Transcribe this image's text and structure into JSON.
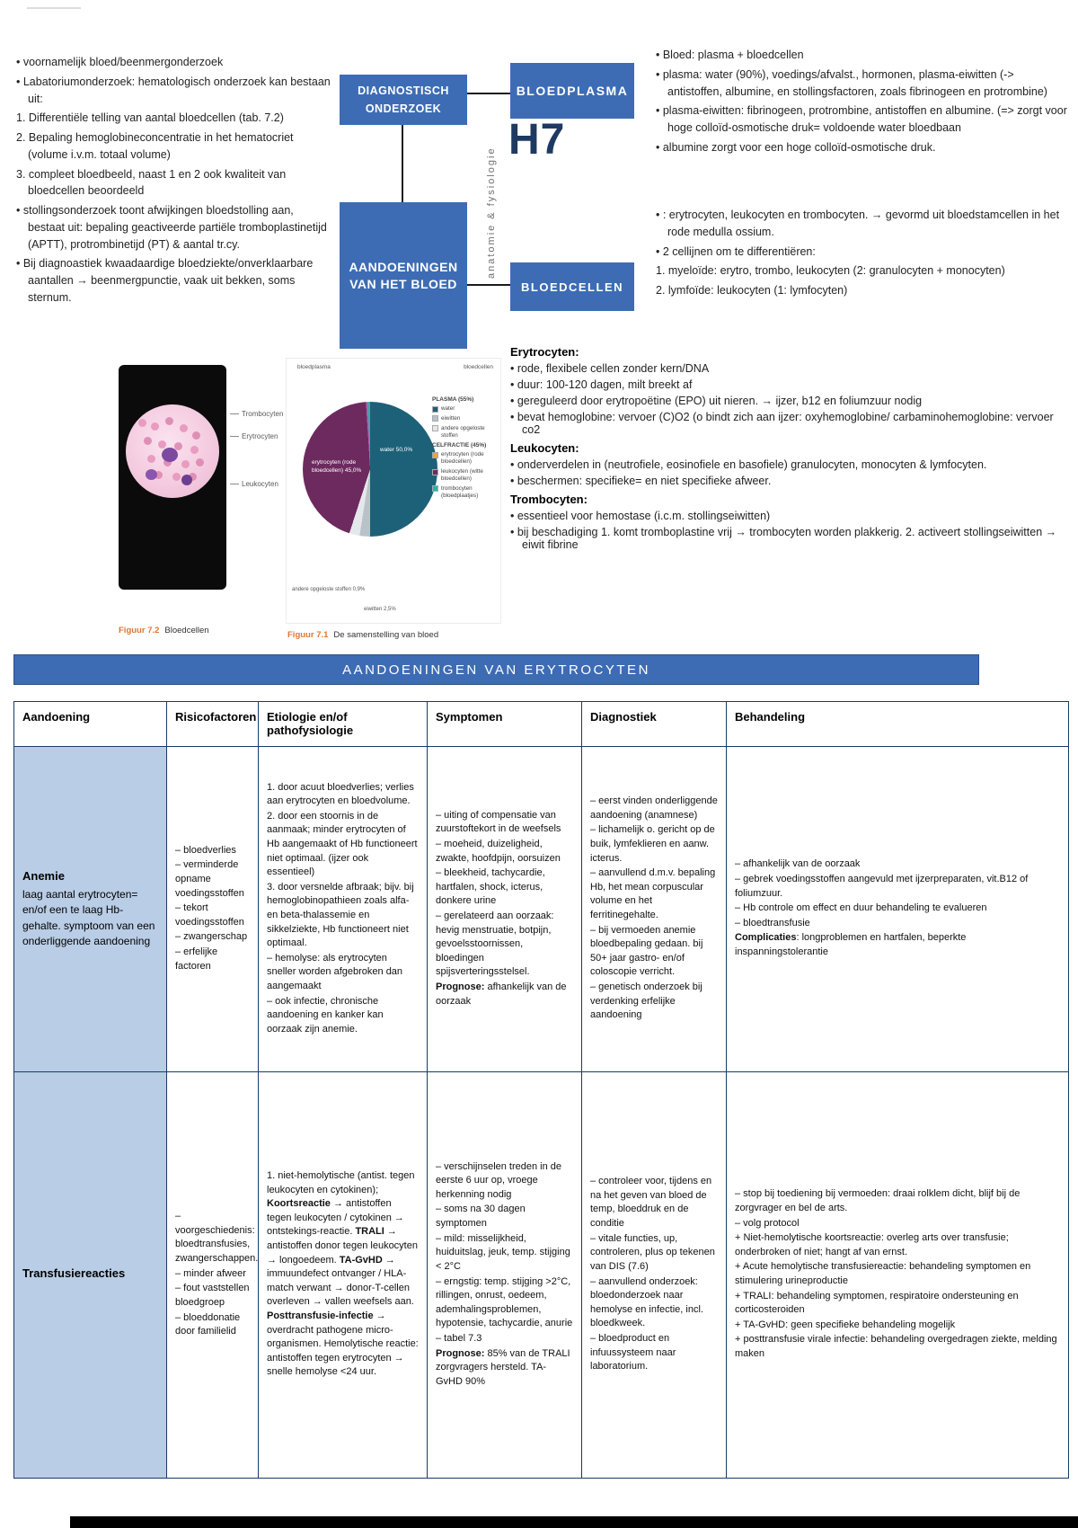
{
  "mindmap": {
    "boxes": {
      "diagnostisch": "DIAGNOSTISCH ONDERZOEK",
      "aandoeningen": "AANDOENINGEN VAN HET BLOED",
      "bloedplasma": "BLOEDPLASMA",
      "bloedcellen": "BLOEDCELLEN"
    },
    "chapter": "H7",
    "vertical_label": "anatomie & fysiologie",
    "left_notes": [
      "• voornamelijk bloed/beenmergonderzoek",
      "• Labatoriumonderzoek: hematologisch onderzoek kan bestaan uit:",
      "1. Differentiële telling van aantal bloedcellen (tab. 7.2)",
      "2. Bepaling hemoglobineconcentratie in het hematocriet (volume i.v.m. totaal volume)",
      "3. compleet bloedbeeld, naast 1 en 2 ook kwaliteit van bloedcellen beoordeeld",
      "• stollingsonderzoek toont afwijkingen bloedstolling aan, bestaat uit: bepaling geactiveerde partiële tromboplastinetijd (APTT), protrombinetijd (PT) & aantal tr.cy.",
      "• Bij diagnoastiek kwaadaardige bloedziekte/onverklaarbare aantallen → beenmergpunctie, vaak uit bekken, soms sternum."
    ],
    "plasma_notes": [
      "• Bloed: plasma + bloedcellen",
      "• plasma: water (90%), voedings/afvalst., hormonen, plasma-eiwitten (-> antistoffen, albumine, en stollingsfactoren, zoals fibrinogeen en protrombine)",
      "• plasma-eiwitten: fibrinogeen, protrombine, antistoffen en albumine. (=> zorgt voor hoge colloïd-osmotische druk= voldoende water bloedbaan",
      "• albumine zorgt voor een hoge colloïd-osmotische druk."
    ],
    "cellen_notes": [
      "• : erytrocyten, leukocyten en trombocyten. → gevormd uit bloedstamcellen in het rode medulla ossium.",
      "• 2 cellijnen om te differentiëren:",
      "1. myeloïde: erytro, trombo, leukocyten (2: granulocyten + monocyten)",
      "2. lymfoïde: leukocyten (1: lymfocyten)"
    ]
  },
  "cell_sections": [
    {
      "title": "Erytrocyten:",
      "items": [
        "• rode, flexibele cellen zonder kern/DNA",
        "• duur: 100-120 dagen, milt breekt af",
        "• gereguleerd door erytropoëtine (EPO) uit nieren. → ijzer, b12 en foliumzuur nodig",
        "• bevat hemoglobine: vervoer (C)O2 (o bindt zich aan ijzer: oxyhemoglobine/ carbaminohemoglobine: vervoer co2"
      ]
    },
    {
      "title": "Leukocyten:",
      "items": [
        "• onderverdelen in (neutrofiele, eosinofiele en basofiele) granulocyten, monocyten & lymfocyten.",
        "• beschermen: specifieke= en niet specifieke afweer."
      ]
    },
    {
      "title": "Trombocyten:",
      "items": [
        "• essentieel voor hemostase (i.c.m. stollingseiwitten)",
        "• bij beschadiging 1. komt tromboplastine vrij → trombocyten worden plakkerig. 2. activeert stollingseiwitten → eiwit fibrine"
      ]
    }
  ],
  "figures": {
    "fig72": {
      "caption_label": "Figuur 7.2",
      "caption_text": "Bloedcellen",
      "labels": [
        "Trombocyten",
        "Erytrocyten",
        "Leukocyten"
      ]
    },
    "fig71": {
      "caption_label": "Figuur 7.1",
      "caption_text": "De samenstelling van bloed",
      "top_labels": [
        "bloedplasma",
        "bloedcellen"
      ],
      "annotations": [
        "andere opgeloste stoffen 0,9%",
        "eiwitten 2,5%"
      ]
    }
  },
  "chart_data": {
    "type": "pie",
    "title": "De samenstelling van bloed",
    "slices": [
      {
        "label": "water",
        "value": 50,
        "color": "#1d6179"
      },
      {
        "label": "eiwitten",
        "value": 2.5,
        "color": "#b9c2c9"
      },
      {
        "label": "andere opgeloste stoffen",
        "value": 2.5,
        "color": "#e4e8ea"
      },
      {
        "label": "erytrocyten (rode bloedcellen)",
        "value": 44,
        "color": "#6d2a5f"
      },
      {
        "label": "leukocyten (witte bloedcellen)",
        "value": 0.5,
        "color": "#a765b0"
      },
      {
        "label": "trombocyten (bloedplaatjes)",
        "value": 0.5,
        "color": "#27b3ad"
      }
    ],
    "pie_labels": [
      "erytrocyten (rode bloedcellen) 45,0%",
      "water 50,0%"
    ],
    "legend": [
      {
        "header": "PLASMA (55%)",
        "items": [
          {
            "label": "water",
            "color": "#1d6179"
          },
          {
            "label": "eiwitten",
            "color": "#b9c2c9"
          },
          {
            "label": "andere opgeloste stoffen",
            "color": "#e4e8ea"
          }
        ]
      },
      {
        "header": "CELFRACTIE (45%)",
        "items": [
          {
            "label": "erytrocyten (rode bloedcellen)",
            "color": "#e8a33d"
          },
          {
            "label": "leukocyten (witte bloedcellen)",
            "color": "#6d2a5f"
          },
          {
            "label": "trombocyten (bloedplaatjes)",
            "color": "#27b3ad"
          }
        ]
      }
    ]
  },
  "table": {
    "title": "AANDOENINGEN VAN ERYTROCYTEN",
    "headers": [
      "Aandoening",
      "Risicofactoren",
      "Etiologie en/of pathofysiologie",
      "Symptomen",
      "Diagnostiek",
      "Behandeling"
    ],
    "rows": [
      {
        "name": "Anemie",
        "name_desc": "laag aantal erytrocyten= en/of een te laag Hb-gehalte. symptoom van een onderliggende aandoening",
        "risicofactoren": [
          "– bloedverlies",
          "– verminderde opname voedingsstoffen",
          "– tekort voedingsstoffen",
          "– zwangerschap",
          "– erfelijke factoren"
        ],
        "etiologie": [
          "1. door acuut bloedverlies; verlies aan erytrocyten en bloedvolume.",
          "2. door een stoornis in de aanmaak; minder erytrocyten of Hb aangemaakt of Hb functioneert niet optimaal. (ijzer ook essentieel)",
          "3. door versnelde afbraak; bijv. bij hemoglobinopathieen zoals alfa- en beta-thalassemie en sikkelziekte, Hb functioneert niet optimaal.",
          "– hemolyse: als erytrocyten sneller worden afgebroken dan aangemaakt",
          "– ook infectie, chronische aandoening en kanker kan oorzaak zijn anemie."
        ],
        "symptomen": [
          "– uiting of compensatie van zuurstoftekort in de weefsels",
          "– moeheid, duizeligheid, zwakte, hoofdpijn, oorsuizen",
          "– bleekheid, tachycardie, hartfalen, shock, icterus, donkere urine",
          "– gerelateerd aan oorzaak: hevig menstruatie, botpijn, gevoelsstoornissen, bloedingen spijsverteringsstelsel.",
          "**Prognose:** afhankelijk van de oorzaak"
        ],
        "diagnostiek": [
          "– eerst vinden onderliggende aandoening (anamnese)",
          "– lichamelijk o. gericht op de buik, lymfeklieren en aanw. icterus.",
          "– aanvullend d.m.v. bepaling Hb, het mean corpuscular volume en het ferritinegehalte.",
          "– bij vermoeden anemie bloedbepaling gedaan. bij 50+ jaar gastro- en/of coloscopie verricht.",
          "– genetisch onderzoek bij verdenking erfelijke aandoening"
        ],
        "behandeling": [
          "– afhankelijk van de oorzaak",
          "– gebrek voedingsstoffen aangevuld met ijzerpreparaten, vit.B12 of foliumzuur.",
          "– Hb controle om effect en duur behandeling te evalueren",
          "– bloedtransfusie",
          "**Complicaties**: longproblemen en hartfalen, beperkte inspanningstolerantie"
        ]
      },
      {
        "name": "Transfusiereacties",
        "name_desc": "",
        "risicofactoren": [
          "– voorgeschiedenis: bloedtransfusies, zwangerschappen.",
          "– minder afweer",
          "– fout vaststellen bloedgroep",
          "– bloeddonatie door familielid"
        ],
        "etiologie": [
          "1. niet-hemolytische (antist. tegen leukocyten en cytokinen); **Koortsreactie** → antistoffen tegen leukocyten / cytokinen → ontstekings-reactie. **TRALI** → antistoffen donor tegen leukocyten → longoedeem. **TA-GvHD** → immuundefect ontvanger / HLA-match verwant → donor-T-cellen overleven → vallen weefsels aan. **Posttransfusie-infectie** → overdracht pathogene micro-organismen. Hemolytische reactie: antistoffen tegen erytrocyten → snelle hemolyse <24 uur."
        ],
        "symptomen": [
          "– verschijnselen treden in de eerste 6 uur op, vroege herkenning nodig",
          "– soms na 30 dagen symptomen",
          "– mild: misselijkheid, huiduitslag, jeuk, temp. stijging < 2°C",
          "– erngstig: temp. stijging >2°C, rillingen, onrust, oedeem, ademhalingsproblemen, hypotensie, tachycardie, anurie",
          "– tabel 7.3",
          "**Prognose:** 85% van de TRALI zorgvragers hersteld. TA-GvHD 90%"
        ],
        "diagnostiek": [
          "– controleer voor, tijdens en na het geven van bloed de temp, bloeddruk en de conditie",
          "– vitale functies, up, controleren, plus op tekenen van DIS (7.6)",
          "– aanvullend onderzoek: bloedonderzoek naar hemolyse en infectie, incl. bloedkweek.",
          "– bloedproduct en infuussysteem naar laboratorium."
        ],
        "behandeling": [
          "– stop bij toediening bij vermoeden: draai rolklem dicht, blijf bij de zorgvrager en bel de arts.",
          "– volg protocol",
          "+ Niet-hemolytische koortsreactie: overleg arts over transfusie; onderbroken of niet; hangt af van ernst.",
          "+ Acute hemolytische transfusiereactie: behandeling symptomen en stimulering urineproductie",
          "+ TRALI: behandeling symptomen, respiratoire ondersteuning en corticosteroiden",
          "+ TA-GvHD: geen specifieke behandeling mogelijk",
          "+ posttransfusie virale infectie: behandeling overgedragen ziekte, melding maken"
        ]
      }
    ]
  }
}
